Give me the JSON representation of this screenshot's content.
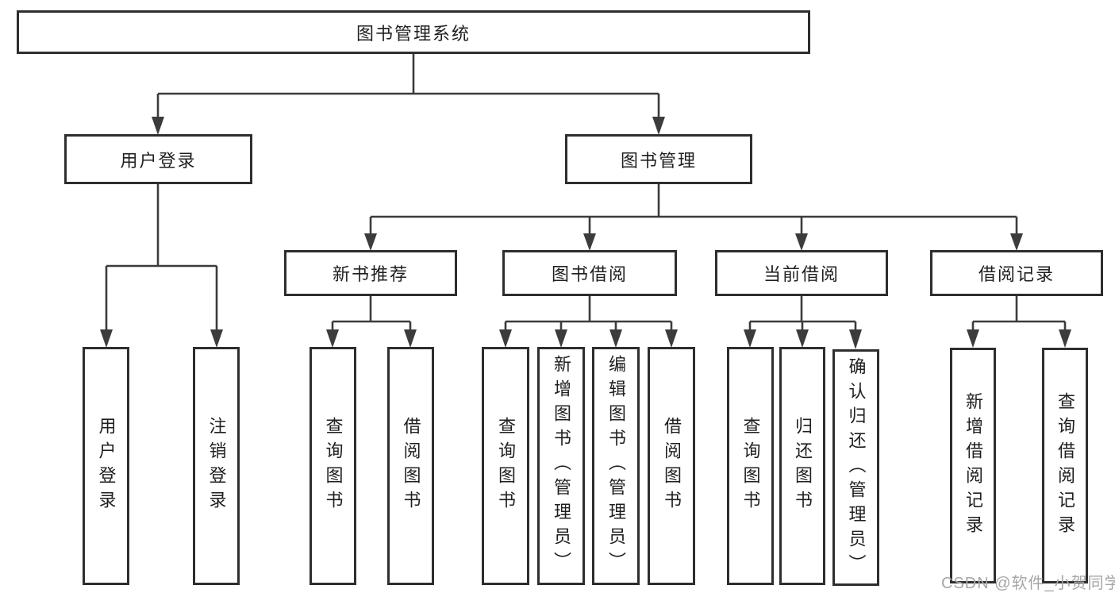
{
  "tree": {
    "root": {
      "label": "图书管理系统"
    },
    "branches": [
      {
        "label": "用户登录",
        "children": [
          {
            "label": "用户登录"
          },
          {
            "label": "注销登录"
          }
        ]
      },
      {
        "label": "图书管理",
        "children": [
          {
            "label": "新书推荐",
            "children": [
              {
                "label": "查询图书"
              },
              {
                "label": "借阅图书"
              }
            ]
          },
          {
            "label": "图书借阅",
            "children": [
              {
                "label": "查询图书"
              },
              {
                "label": "新增图书（管理员）"
              },
              {
                "label": "编辑图书（管理员）"
              },
              {
                "label": "借阅图书"
              }
            ]
          },
          {
            "label": "当前借阅",
            "children": [
              {
                "label": "查询图书"
              },
              {
                "label": "归还图书"
              },
              {
                "label": "确认归还（管理员）"
              }
            ]
          },
          {
            "label": "借阅记录",
            "children": [
              {
                "label": "新增借阅记录"
              },
              {
                "label": "查询借阅记录"
              }
            ]
          }
        ]
      }
    ]
  },
  "watermark": {
    "text": "CSDN @软件_小贺同学"
  },
  "colors": {
    "background": "#ffffff",
    "box_border": "#2e2e2e",
    "connector_line": "#3c3c3c",
    "text": "#1f1f1f",
    "watermark": "#a6a6a6"
  }
}
